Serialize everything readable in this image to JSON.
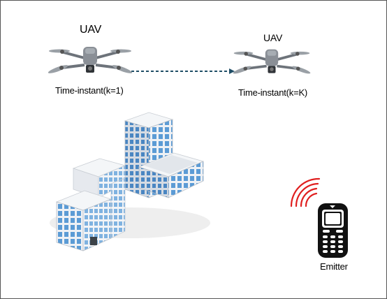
{
  "labels": {
    "uav_first": "UAV",
    "uav_last": "UAV",
    "time_first": "Time-instant(k=1)",
    "time_last": "Time-instant(k=K)",
    "emitter": "Emitter"
  },
  "colors": {
    "trajectory": "#1f4e66",
    "signal": "#e02020",
    "drone_body": "#8a8f96",
    "building_glass": "#5b9bd5",
    "building_wall": "#e6e9ee",
    "phone": "#111111"
  },
  "icons": [
    "drone-icon",
    "drone-icon",
    "building-icon",
    "building-icon",
    "building-icon",
    "mobile-phone-icon",
    "signal-waves-icon"
  ]
}
